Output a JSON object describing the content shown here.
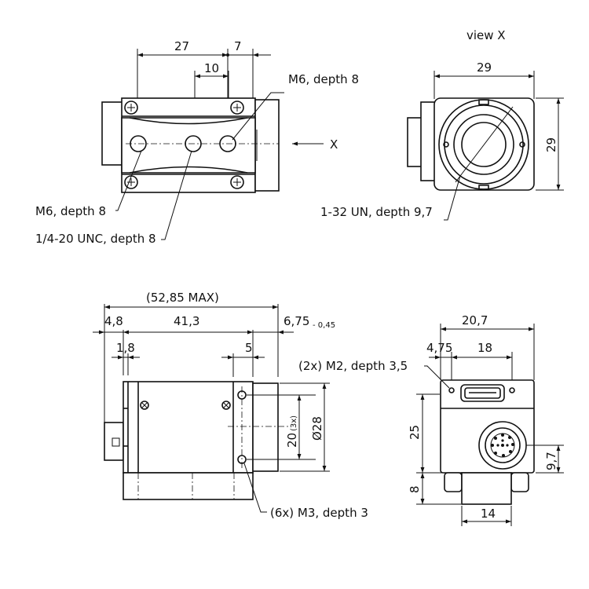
{
  "top_left_view": {
    "dims": {
      "d27": "27",
      "d7": "7",
      "d10": "10"
    },
    "callouts": {
      "m6_top": "M6, depth 8",
      "m6_bottom": "M6, depth 8",
      "unc": "1/4-20 UNC, depth 8"
    },
    "view_marker": "X"
  },
  "top_right_view": {
    "title": "view X",
    "dims": {
      "w29": "29",
      "h29": "29"
    },
    "callout": "1-32 UN, depth 9,7"
  },
  "bottom_left_view": {
    "dims": {
      "overall": "(52,85 MAX)",
      "d48": "4,8",
      "d413": "41,3",
      "d675": "6,75",
      "d675_tol": "- 0,45",
      "d18": "1,8",
      "d5": "5",
      "d20": "20",
      "d20_note": "(3x)",
      "d28": "Ø28"
    },
    "callout": "(6x) M3, depth 3"
  },
  "bottom_right_view": {
    "dims": {
      "w207": "20,7",
      "d475": "4,75",
      "d18": "18",
      "h25": "25",
      "h8": "8",
      "h97": "9,7",
      "w14": "14"
    },
    "callout": "(2x) M2, depth 3,5"
  }
}
